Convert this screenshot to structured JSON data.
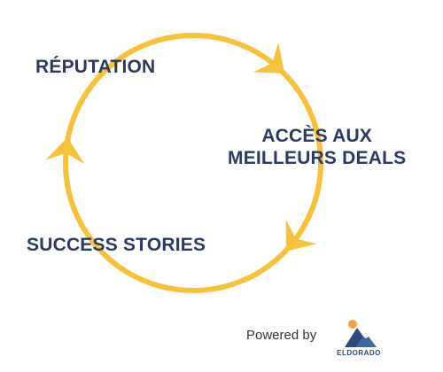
{
  "diagram": {
    "nodes": [
      {
        "id": "reputation",
        "label": "RÉPUTATION"
      },
      {
        "id": "deals",
        "lines": [
          "ACCÈS AUX",
          "MEILLEURS DEALS"
        ]
      },
      {
        "id": "success",
        "label": "SUCCESS STORIES"
      }
    ],
    "cycle_direction": "clockwise"
  },
  "footer": {
    "powered_by": "Powered by",
    "brand": "ELDORADO"
  },
  "colors": {
    "accent": "#f7c23a",
    "text": "#2b3a63",
    "logo_blue": "#2b4a7a",
    "logo_sun": "#f0a53a"
  }
}
